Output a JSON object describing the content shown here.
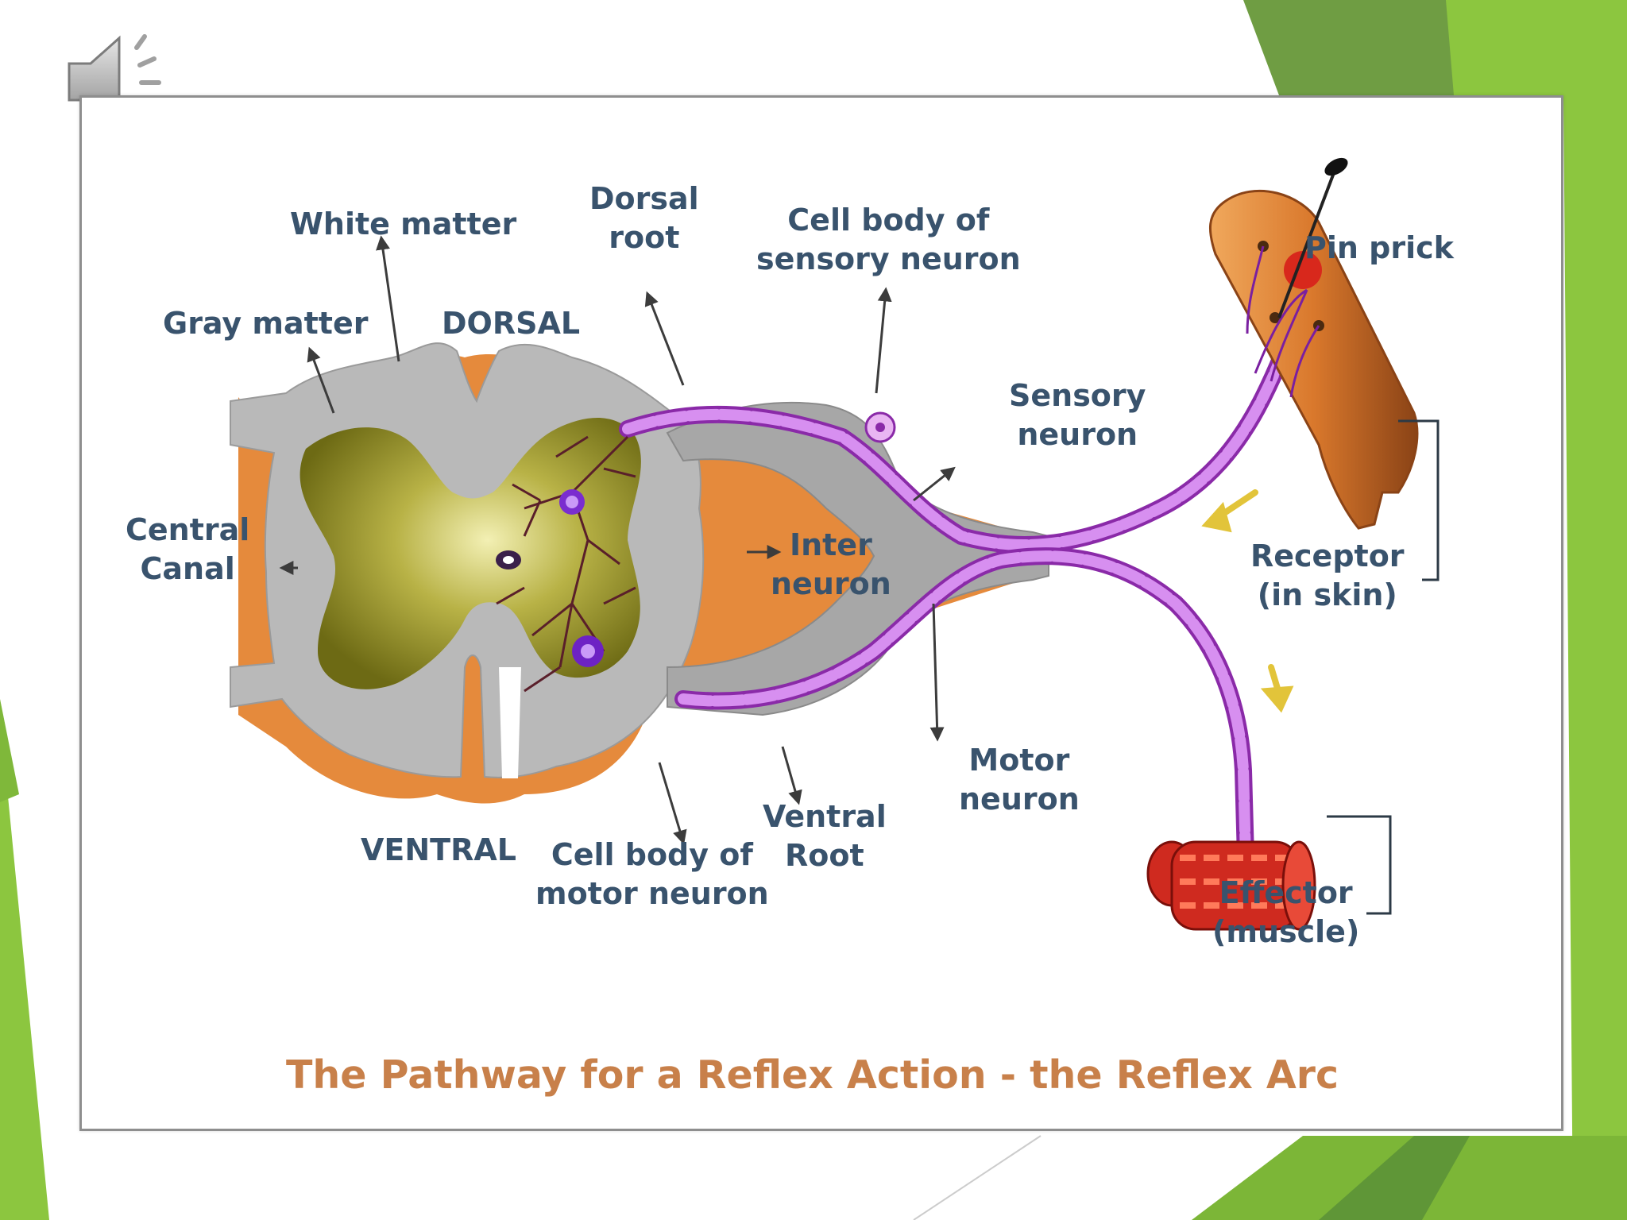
{
  "labels": {
    "white_matter": "White matter",
    "dorsal_root_1": "Dorsal",
    "dorsal_root_2": "root",
    "cell_body_sensory_1": "Cell body of",
    "cell_body_sensory_2": "sensory neuron",
    "pin_prick": "Pin prick",
    "gray_matter": "Gray matter",
    "dorsal": "DORSAL",
    "sensory_neuron_1": "Sensory",
    "sensory_neuron_2": "neuron",
    "central_canal_1": "Central",
    "central_canal_2": "Canal",
    "inter_neuron_1": "Inter",
    "inter_neuron_2": "neuron",
    "receptor_1": "Receptor",
    "receptor_2": "(in skin)",
    "motor_neuron_1": "Motor",
    "motor_neuron_2": "neuron",
    "ventral": "VENTRAL",
    "cell_body_motor_1": "Cell body of",
    "cell_body_motor_2": "motor neuron",
    "ventral_root_1": "Ventral",
    "ventral_root_2": "Root",
    "effector_1": "Effector",
    "effector_2": "(muscle)"
  },
  "caption": "The Pathway for a Reflex Action - the Reflex Arc",
  "icons": {
    "speaker": "speaker-icon"
  },
  "colors": {
    "label_text": "#39536d",
    "caption_text": "#c8804a",
    "slide_green": "#8cc63f",
    "slide_dark_green": "#5f9637",
    "neuron_purple": "#c86fe0",
    "gray_matter_olive": "#7a7a1e",
    "white_matter_gray": "#b4b4b4",
    "skin_orange": "#d97a2b",
    "muscle_red": "#d62a1e"
  }
}
